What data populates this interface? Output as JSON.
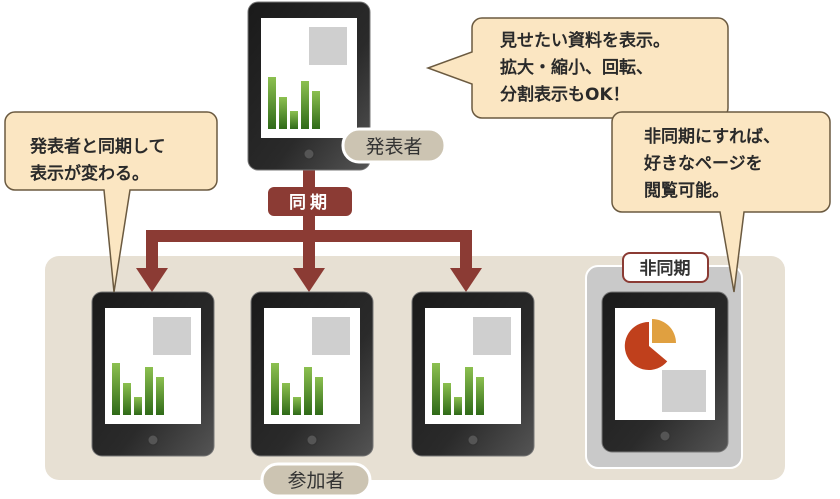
{
  "presenter_label": "発表者",
  "participants_label": "参加者",
  "sync_label": "同期",
  "async_label": "非同期",
  "callouts": {
    "presenter_view": [
      "見せたい資料を表示。",
      "拡大・縮小、回転、",
      "分割表示もOK！"
    ],
    "sync_participant": [
      "発表者と同期して",
      "表示が変わる。"
    ],
    "async_participant": [
      "非同期にすれば、",
      "好きなページを",
      "閲覧可能。"
    ]
  },
  "colors": {
    "sync_red": "#8b3b34",
    "callout_fill": "#fbe6c2",
    "participants_bg": "#e7e0d3",
    "async_bg": "#c9c9c9",
    "bar_green": "#5a9a32",
    "pie_red": "#c0401c",
    "pie_orange": "#e0a040"
  }
}
